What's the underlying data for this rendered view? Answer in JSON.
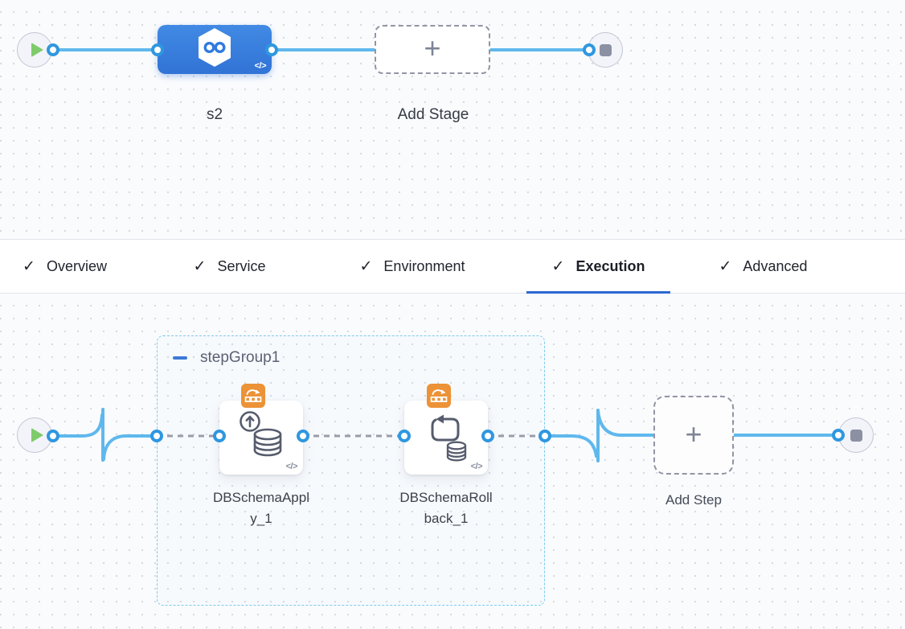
{
  "stage_pipeline": {
    "stage": {
      "name": "s2"
    },
    "add_stage_label": "Add Stage"
  },
  "tabs": {
    "items": [
      {
        "label": "Overview",
        "checked": true
      },
      {
        "label": "Service",
        "checked": true
      },
      {
        "label": "Environment",
        "checked": true
      },
      {
        "label": "Execution",
        "checked": true
      },
      {
        "label": "Advanced",
        "checked": true
      }
    ],
    "active": "Execution"
  },
  "execution": {
    "step_group": {
      "name": "stepGroup1"
    },
    "steps": [
      {
        "name": "DBSchemaApply_1"
      },
      {
        "name": "DBSchemaRollback_1"
      }
    ],
    "add_step_label": "Add Step"
  },
  "icons": {
    "check": "✓",
    "plus": "+",
    "code": "</>"
  },
  "colors": {
    "connector_blue": "#5fb8ed",
    "port_blue": "#2f97e0",
    "stage_blue": "#3b7fde",
    "badge_orange": "#ec9237",
    "tab_underline": "#2e68d1",
    "group_border": "#7ccaee",
    "dashed_gray": "#9b9ca9"
  }
}
